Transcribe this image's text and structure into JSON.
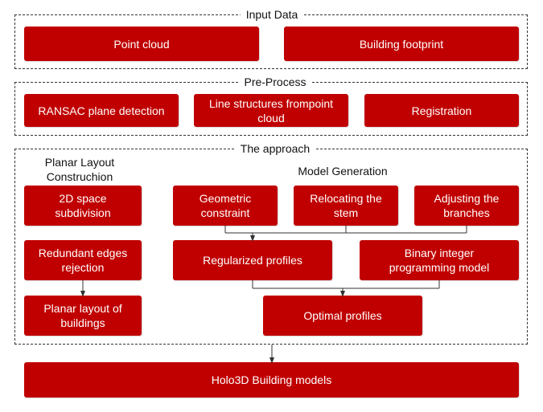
{
  "input_data": {
    "title": "Input Data",
    "point_cloud": "Point cloud",
    "building_footprint": "Building footprint"
  },
  "pre_process": {
    "title": "Pre-Process",
    "ransac": "RANSAC plane detection",
    "line_structures": "Line structures frompoint cloud",
    "registration": "Registration"
  },
  "approach": {
    "title": "The approach",
    "planar_layout": {
      "heading": "Planar Layout Construchion",
      "space_subdivision": "2D space subdivision",
      "redundant_edges": "Redundant edges rejection",
      "planar_layout_buildings": "Planar layout of buildings"
    },
    "model_generation": {
      "heading": "Model Generation",
      "geometric_constraint": "Geometric constraint",
      "relocating_stem": "Relocating the stem",
      "adjusting_branches": "Adjusting the branches",
      "regularized_profiles": "Regularized profiles",
      "binary_integer": "Binary integer programming model",
      "optimal_profiles": "Optimal profiles"
    }
  },
  "output": {
    "holo3d": "Holo3D Building models"
  },
  "colors": {
    "box_fill": "#c00000",
    "box_text": "#ffffff",
    "connector": "#333333"
  }
}
